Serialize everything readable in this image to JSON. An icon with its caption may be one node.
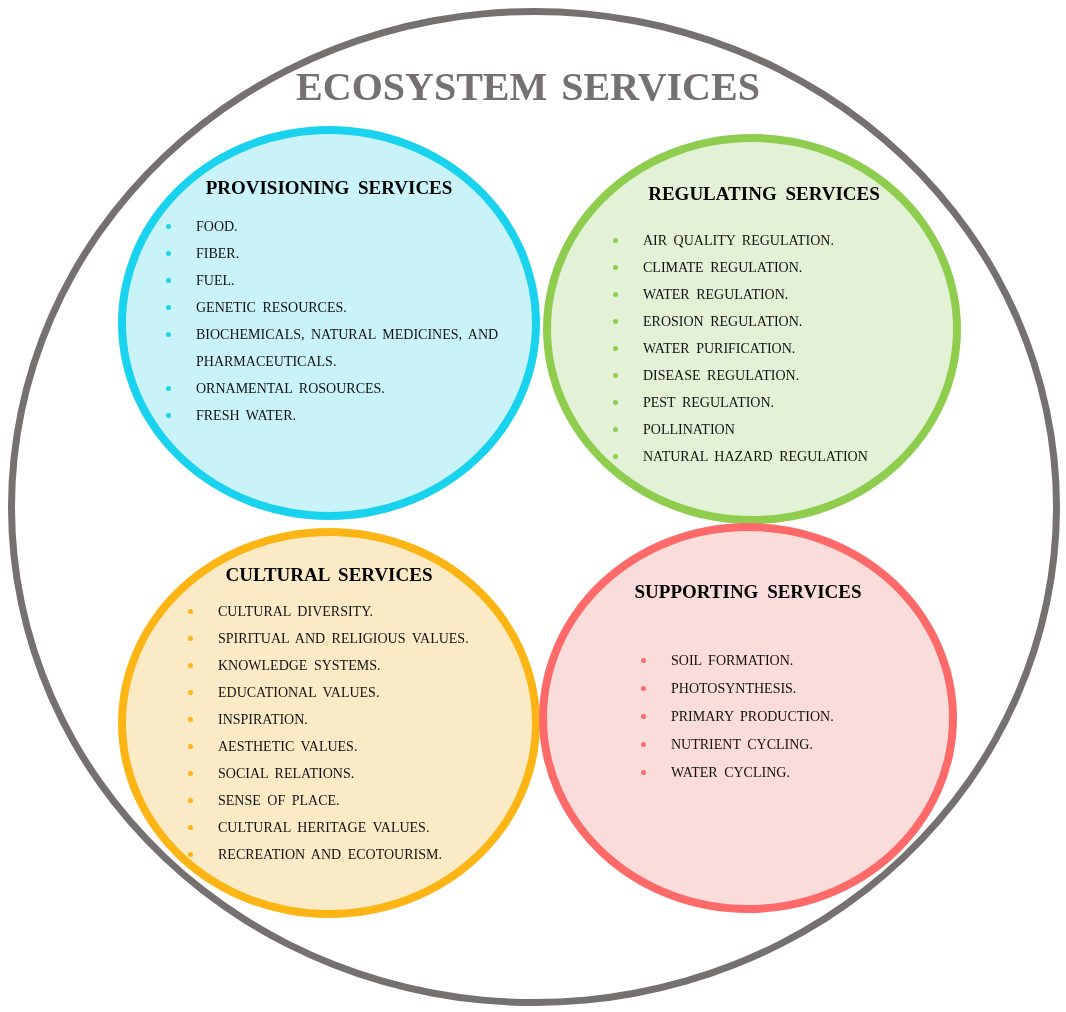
{
  "diagram": {
    "nodes": [
      {
        "text": [
          "ECOSYSTEM SERVICES"
        ]
      },
      {
        "text": [
          "PROVISIONING SERVICES",
          "FOOD.",
          "FIBER.",
          "FUEL.",
          "GENETIC RESOURCES.",
          "BIOCHEMICALS, NATURAL MEDICINES, AND PHARMACEUTICALS.",
          "ORNAMENTAL ROSOURCES.",
          "FRESH WATER."
        ],
        "in": 0
      },
      {
        "text": [
          "REGULATING SERVICES",
          "AIR QUALITY REGULATION.",
          "CLIMATE REGULATION.",
          "WATER REGULATION.",
          "EROSION REGULATION.",
          "WATER PURIFICATION.",
          "DISEASE REGULATION.",
          "PEST REGULATION.",
          "POLLINATION",
          "NATURAL HAZARD REGULATION"
        ],
        "in": 0
      },
      {
        "text": [
          "CULTURAL SERVICES",
          "CULTURAL DIVERSITY.",
          "SPIRITUAL AND RELIGIOUS VALUES.",
          "KNOWLEDGE SYSTEMS.",
          "EDUCATIONAL VALUES.",
          "INSPIRATION.",
          "AESTHETIC VALUES.",
          "SOCIAL RELATIONS.",
          "SENSE OF PLACE.",
          "CULTURAL HERITAGE VALUES.",
          "RECREATION AND ECOTOURISM."
        ],
        "in": 0
      },
      {
        "text": [
          "SUPPORTING SERVICES",
          "SOIL FORMATION.",
          "PHOTOSYNTHESIS.",
          "PRIMARY PRODUCTION.",
          "NUTRIENT CYCLING.",
          "WATER CYCLING."
        ],
        "in": 0
      }
    ]
  }
}
